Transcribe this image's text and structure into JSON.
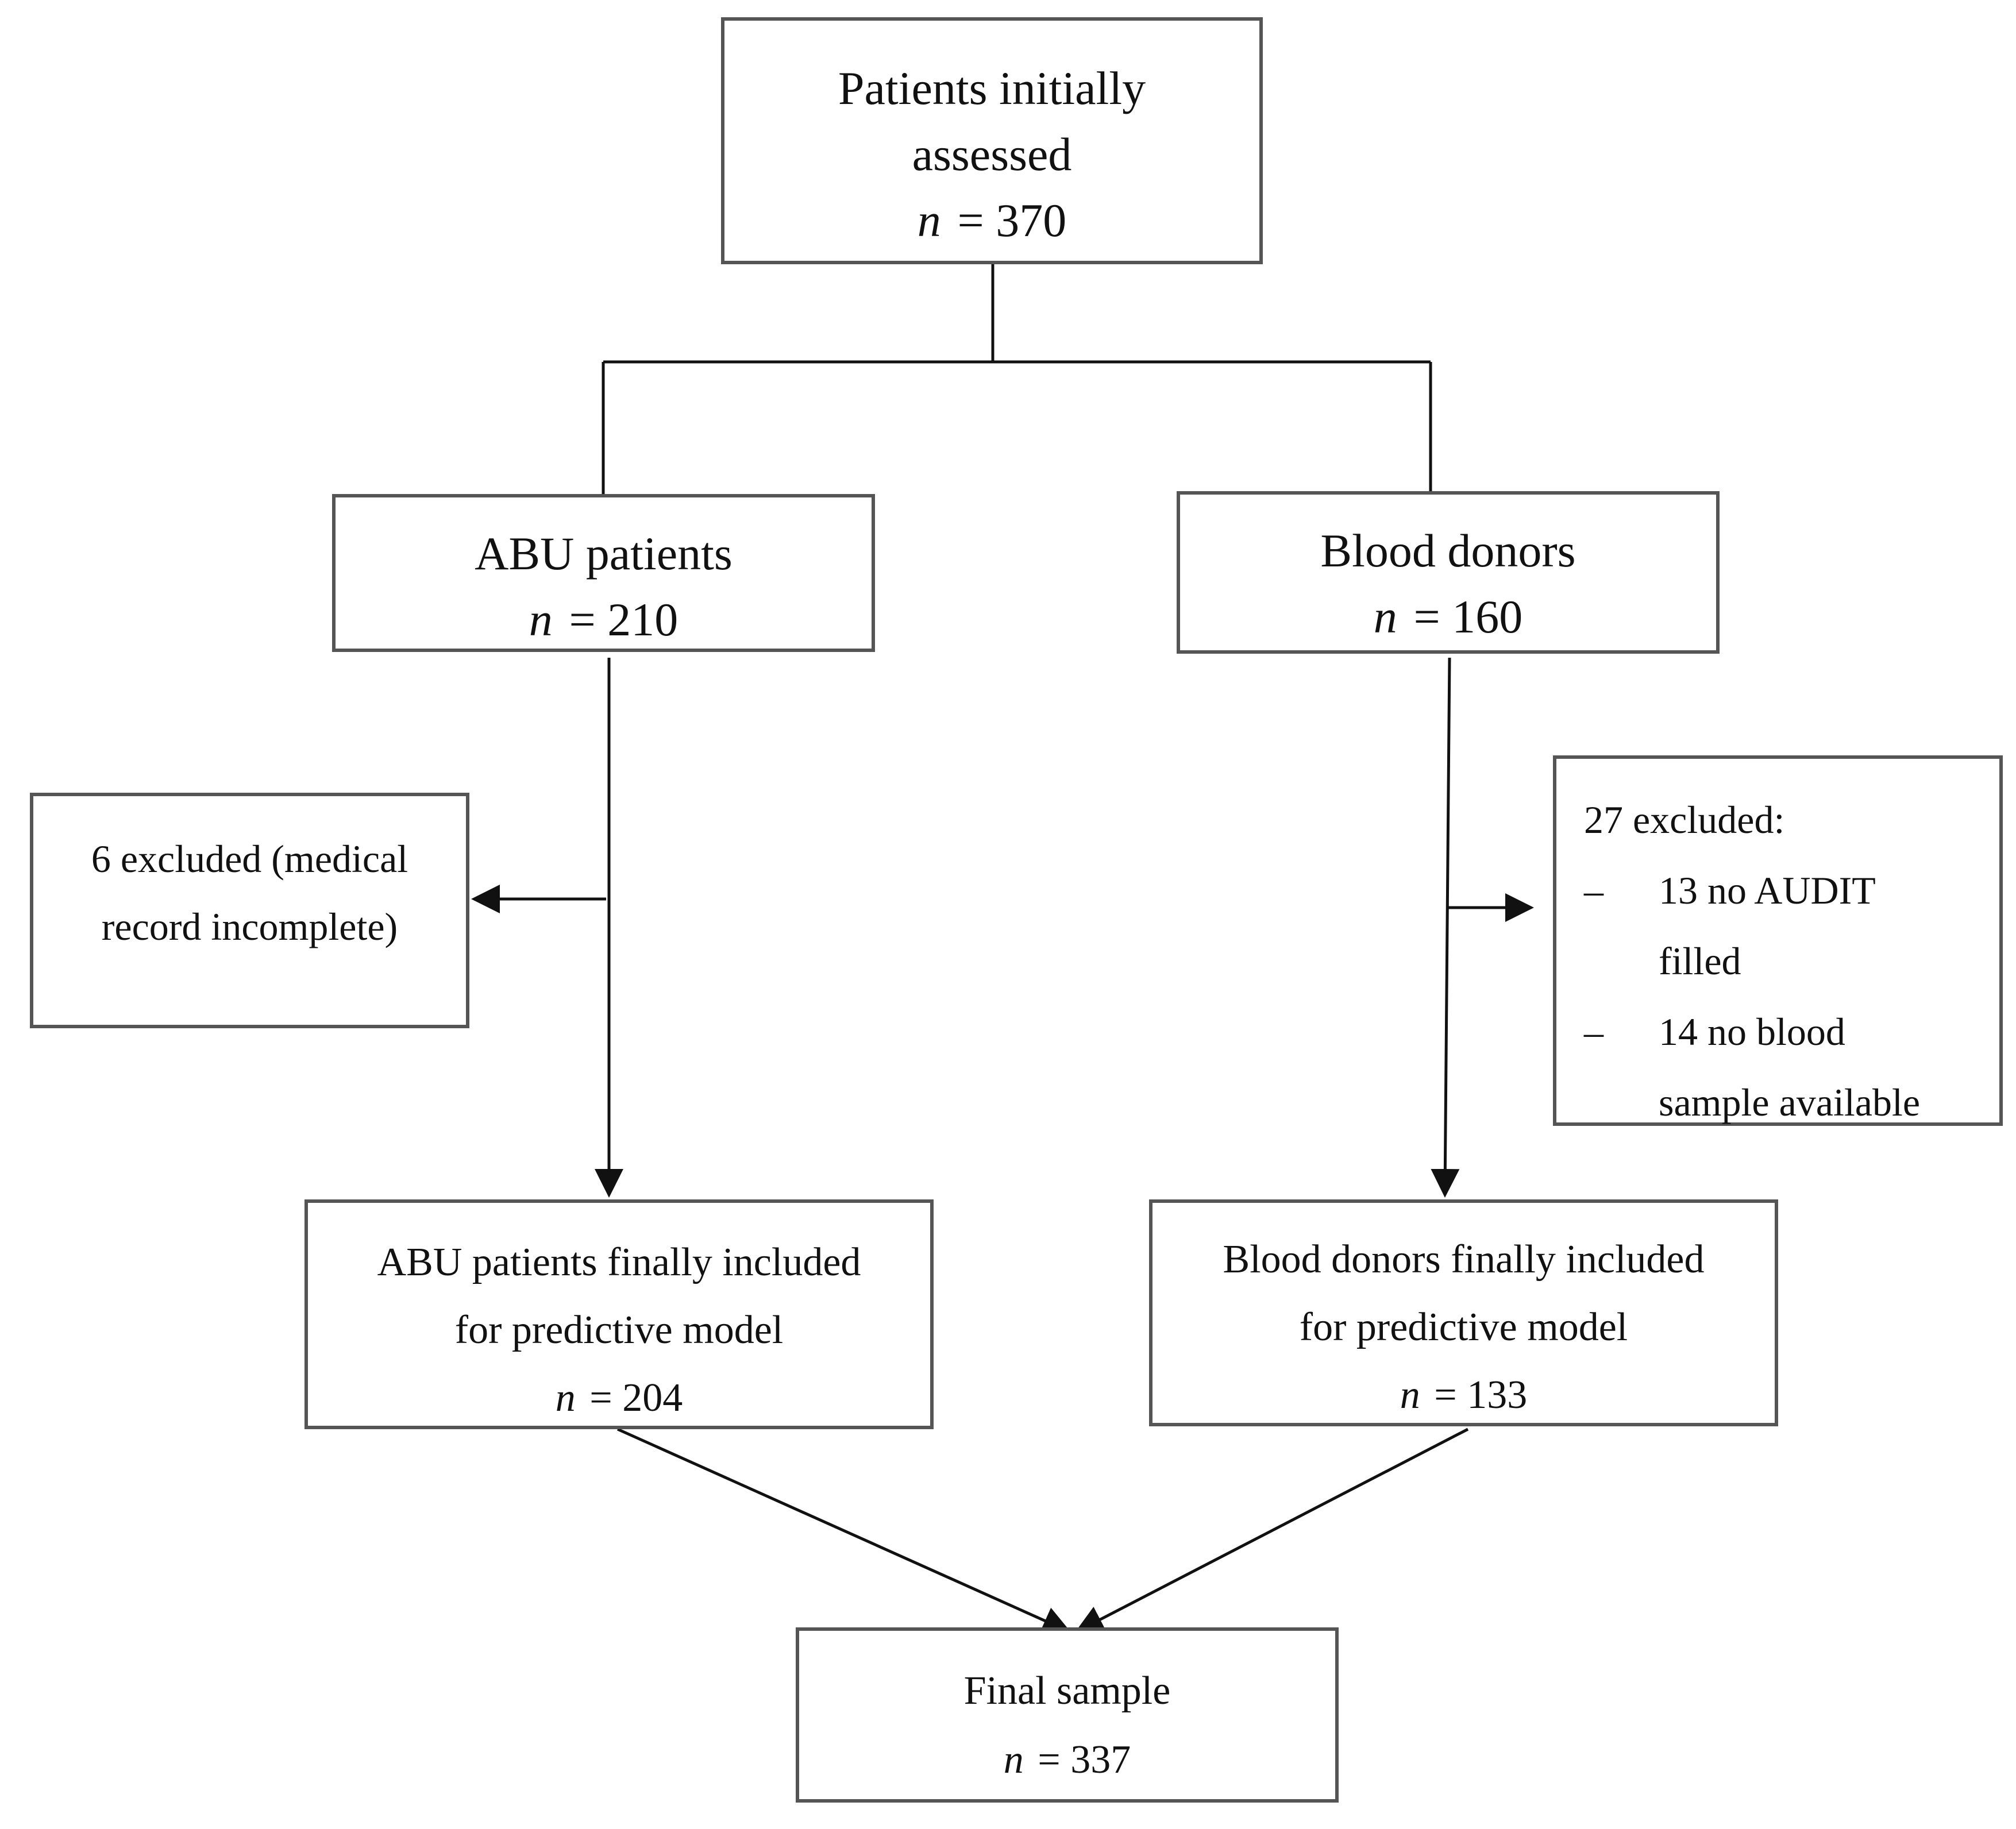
{
  "nodes": {
    "initial": {
      "line1": "Patients initially",
      "line2": "assessed",
      "n_symbol": "n",
      "n_value": "= 370"
    },
    "abu": {
      "line1": "ABU patients",
      "n_symbol": "n",
      "n_value": "= 210"
    },
    "donors": {
      "line1": "Blood donors",
      "n_symbol": "n",
      "n_value": "= 160"
    },
    "abu_excluded": {
      "line1": "6 excluded (medical",
      "line2": "record incomplete)"
    },
    "donors_excluded": {
      "title": "27 excluded:",
      "items": [
        {
          "dash": "–",
          "line1": "13 no AUDIT",
          "line2": "filled"
        },
        {
          "dash": "–",
          "line1": "14 no blood",
          "line2": "sample available"
        }
      ]
    },
    "abu_final": {
      "line1": "ABU patients finally included",
      "line2": "for predictive model",
      "n_symbol": "n",
      "n_value": "= 204"
    },
    "donors_final": {
      "line1": "Blood donors finally included",
      "line2": "for predictive model",
      "n_symbol": "n",
      "n_value": "= 133"
    },
    "final": {
      "line1": "Final sample",
      "n_symbol": "n",
      "n_value": "= 337"
    }
  },
  "colors": {
    "border": "#555555",
    "line": "#111111",
    "text": "#111111"
  }
}
